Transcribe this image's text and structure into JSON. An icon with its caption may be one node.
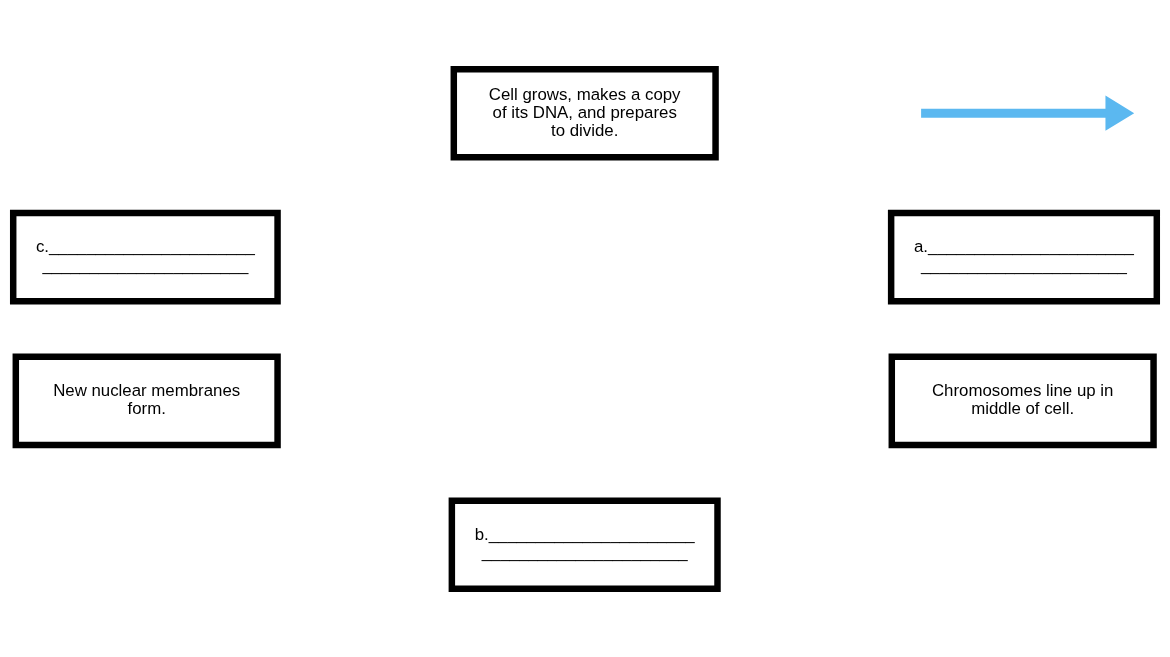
{
  "diagram": {
    "nodes": [
      {
        "text": [
          "Cell grows, makes a copy of its DNA, and prepares to divide."
        ]
      },
      {
        "text": [
          "c.______________________ ______________________"
        ]
      },
      {
        "text": [
          "a.______________________ ______________________"
        ]
      },
      {
        "text": [
          "New nuclear membranes form."
        ]
      },
      {
        "text": [
          "Chromosomes line up in middle of cell."
        ]
      },
      {
        "text": [
          "b.______________________ ______________________"
        ]
      }
    ]
  }
}
